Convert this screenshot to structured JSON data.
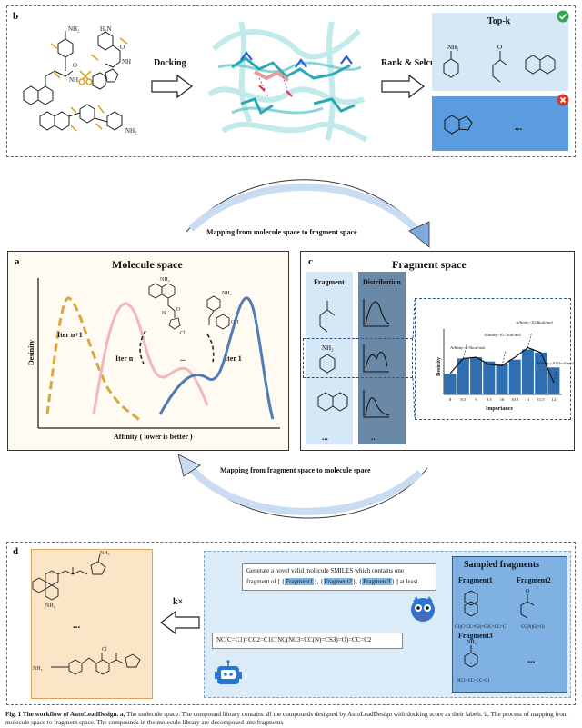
{
  "panel_b": {
    "letter": "b",
    "docking_label": "Docking",
    "rank_label": "Rank & Selcrt",
    "topk_label": "Top-k",
    "topk_amine_label": "NH₂",
    "topk_amide_label": "O",
    "more_label": "...",
    "scissor_color": "#d9a520",
    "accept_color": "#2ea84a",
    "reject_color": "#d83a2d"
  },
  "map_top_label": "Mapping from molecule space to fragment space",
  "map_bottom_label": "Mapping from fragment space to molecule space",
  "panel_a": {
    "letter": "a",
    "title": "Molecule space",
    "ylabel": "Desinity",
    "xlabel": "Affinity ( lower is better )",
    "curve_labels": [
      "Iter n+1",
      "Iter n",
      "...",
      "Iter 1"
    ],
    "colors": {
      "iter_n1": "#d9a83c",
      "iter_n": "#f2b8b8",
      "iter_1": "#4f7eb5"
    },
    "mol_labels": {
      "nh2": "NH₂",
      "cl": "Cl",
      "oh": "OH",
      "n": "N",
      "o": "O"
    }
  },
  "panel_c": {
    "letter": "c",
    "title": "Fragment space",
    "col_fragment": "Fragment",
    "col_distribution": "Distribution",
    "frag_nh2": "NH₂",
    "ellipsis": "...",
    "hist_xlabel": "Importance",
    "hist_ylabel": "Desinity",
    "annotations": [
      "Affinity:-8.9kcal/mol",
      "Affinity:-10.7kcal/mol",
      "Affinity:-10.4kcal/mol",
      "Affinity:-10.1kcal/mol"
    ]
  },
  "chart_data": {
    "type": "bar",
    "xlabel": "Importance",
    "ylabel": "Desinity",
    "categories": [
      "8",
      "8.5",
      "9",
      "9.5",
      "10",
      "10.5",
      "11",
      "11.5",
      "12"
    ],
    "values": [
      0.35,
      0.6,
      0.62,
      0.55,
      0.5,
      0.58,
      0.75,
      0.7,
      0.45
    ],
    "line": [
      0.35,
      0.6,
      0.62,
      0.5,
      0.48,
      0.62,
      0.78,
      0.7,
      0.2
    ]
  },
  "panel_d": {
    "letter": "d",
    "prompt_line1": "Generate a novel valid molecule SMILES which contains one",
    "prompt_line2_a": "fragment of [ {",
    "frag1": "Fragment1",
    "sep1": "}, {",
    "frag2": "Fragment2",
    "sep2": "}, {",
    "frag3": "Fragment3",
    "prompt_line2_b": "} ] at least.",
    "smiles_output": "NC(C=C1)=CC2=C1C(NC(NC3=CC(N)=CS3)=O)=CC=C2",
    "k_label": "k×",
    "sampled_title": "Sampled fragments",
    "fragment1": "Fragment1",
    "fragment2": "Fragment2",
    "fragment3": "Fragment3",
    "frag1_smiles": "C1(C=CC=C2)=C2C=CC=C1",
    "frag2_smiles": "CC(N)C(=O)",
    "frag3_smiles": "NC1=CC=CC=C1",
    "nh2_label": "NH₂",
    "cl_label": "Cl",
    "dots": "...",
    "dots2": "..."
  },
  "caption": {
    "bold": "Fig. 1 The workflow of AutoLeadDesign. a,",
    "text": " The molecule space. The compound library contains all the compounds designed by AutoLeadDesign with docking score as their labels. b, The process of mapping from molecule space to fragment space. The compounds in the molecule library are decomposed into fragments"
  }
}
